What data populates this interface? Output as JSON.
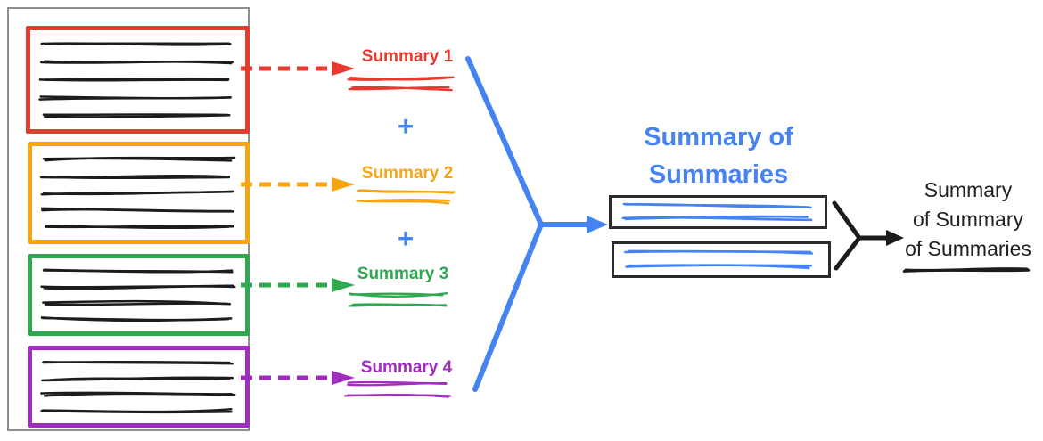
{
  "diagram": {
    "documents": [
      {
        "name": "document-1",
        "color": "red"
      },
      {
        "name": "document-2",
        "color": "orange"
      },
      {
        "name": "document-3",
        "color": "green"
      },
      {
        "name": "document-4",
        "color": "purple"
      }
    ],
    "summaries": [
      {
        "label": "Summary 1",
        "color": "red"
      },
      {
        "label": "Summary 2",
        "color": "orange"
      },
      {
        "label": "Summary 3",
        "color": "green"
      },
      {
        "label": "Summary 4",
        "color": "purple"
      }
    ],
    "plus_sign": "+",
    "merge_title": {
      "line1": "Summary of",
      "line2": "Summaries"
    },
    "final_title": {
      "line1": "Summary",
      "line2": "of Summary",
      "line3": "of Summaries"
    }
  },
  "colors": {
    "red": "#e8392e",
    "orange": "#f6a511",
    "green": "#2fa850",
    "purple": "#a12cc0",
    "blue": "#4583f2",
    "ink": "#1c1c1c",
    "frame": "#8f8f8f",
    "box_border": "#2b2b2b",
    "final_text": "#202020"
  }
}
